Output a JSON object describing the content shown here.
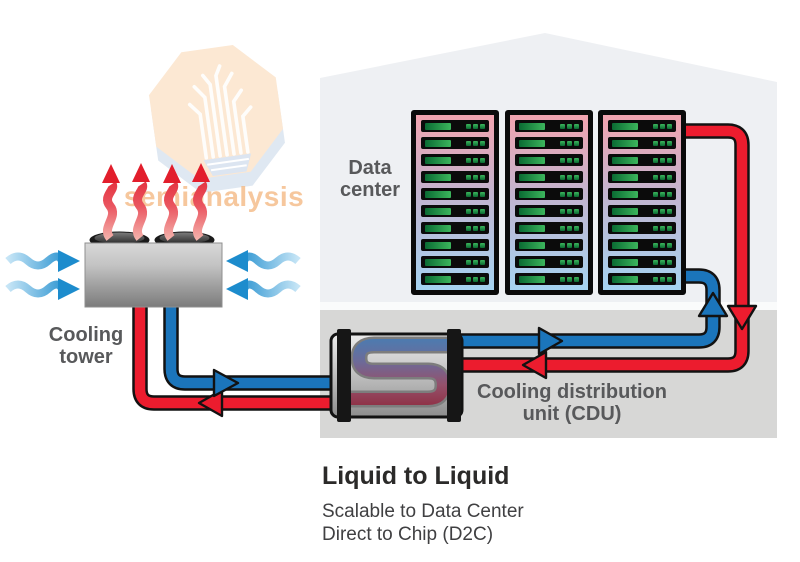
{
  "watermark": {
    "brand": "semianalysis"
  },
  "building": {
    "label": {
      "line1": "Data",
      "line2": "center"
    }
  },
  "racks": {
    "count": 3,
    "servers_per_rack": 10,
    "leds_per_server": 3
  },
  "cooling_tower": {
    "label": {
      "line1": "Cooling",
      "line2": "tower"
    },
    "fans": 2,
    "heat_arrows": 4,
    "intake_arrows_per_side": 2
  },
  "cdu": {
    "label": {
      "line1": "Cooling distribution",
      "line2": "unit (CDU)"
    }
  },
  "caption": {
    "title": "Liquid to Liquid",
    "subtitle_line1": "Scalable to Data Center",
    "subtitle_line2": "Direct to Chip (D2C)"
  },
  "colors": {
    "pipe_hot": "#ec1c2e",
    "pipe_cold": "#1b75bb",
    "pipe_outline": "#121212",
    "building_fill": "#eef0f3",
    "cdu_room_fill": "#d7d7d6",
    "label_gray": "#58595b",
    "rack_top": "#f2a3af",
    "rack_bottom": "#a5d3f1",
    "server_green_dark": "#0a6b33",
    "server_green_light": "#3cb55c",
    "heat_arrow": "#e21e2c",
    "air_arrow": "#1d8ccd",
    "watermark_orange": "#f4ba85"
  }
}
